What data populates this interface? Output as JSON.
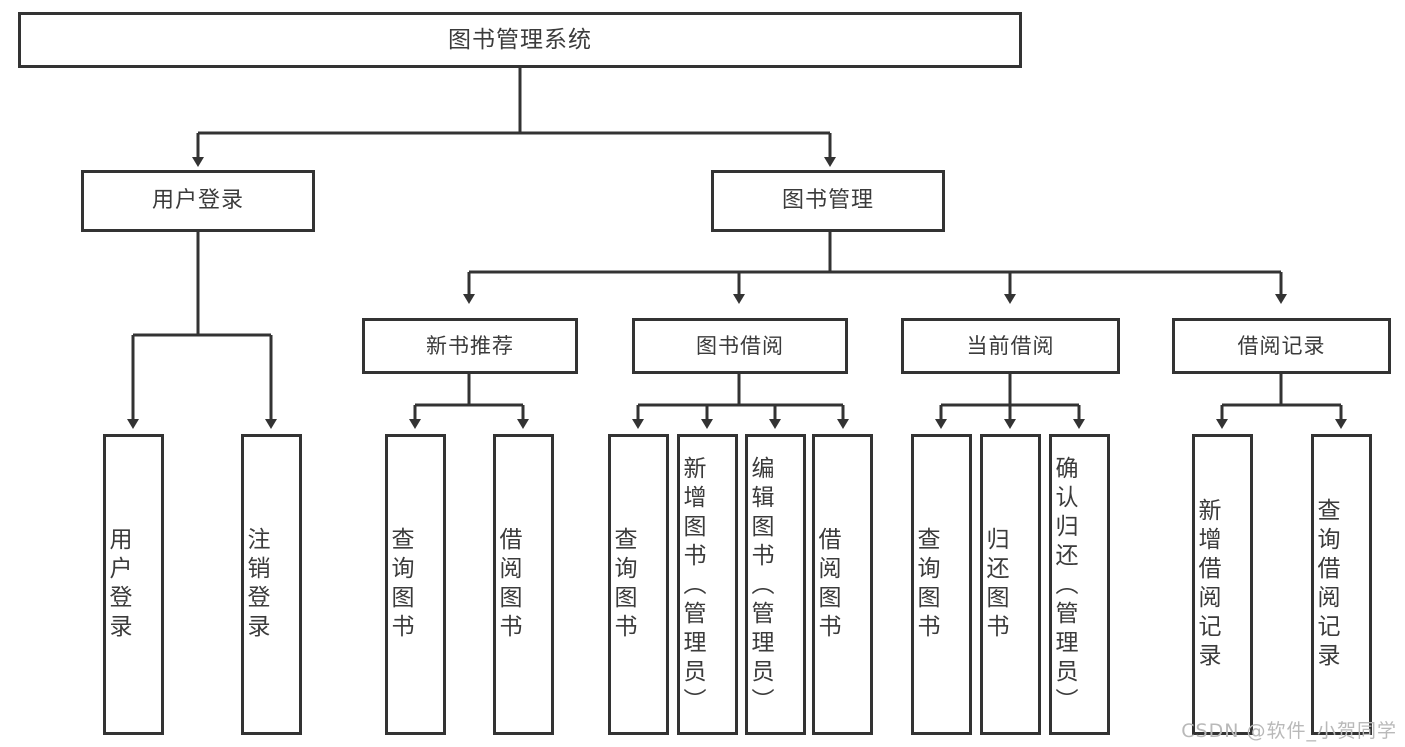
{
  "diagram": {
    "title": "图书管理系统",
    "root": {
      "label": "图书管理系统"
    },
    "level2": [
      {
        "label": "用户登录"
      },
      {
        "label": "图书管理"
      }
    ],
    "level3": [
      {
        "label": "新书推荐"
      },
      {
        "label": "图书借阅"
      },
      {
        "label": "当前借阅"
      },
      {
        "label": "借阅记录"
      }
    ],
    "leaves": {
      "user_login": [
        {
          "label": "用户登录"
        },
        {
          "label": "注销登录"
        }
      ],
      "new_book_recommend": [
        {
          "label": "查询图书"
        },
        {
          "label": "借阅图书"
        }
      ],
      "book_borrow": [
        {
          "label": "查询图书"
        },
        {
          "label": "新增图书（管理员）"
        },
        {
          "label": "编辑图书（管理员）"
        },
        {
          "label": "借阅图书"
        }
      ],
      "current_borrow": [
        {
          "label": "查询图书"
        },
        {
          "label": "归还图书"
        },
        {
          "label": "确认归还（管理员）"
        }
      ],
      "borrow_record": [
        {
          "label": "新增借阅记录"
        },
        {
          "label": "查询借阅记录"
        }
      ]
    }
  },
  "watermark": {
    "text": "CSDN @软件_小贺同学"
  },
  "colors": {
    "stroke": "#333333",
    "box_fill": "#ffffff",
    "text": "#3b3b3b",
    "watermark": "#b9b9b9"
  }
}
